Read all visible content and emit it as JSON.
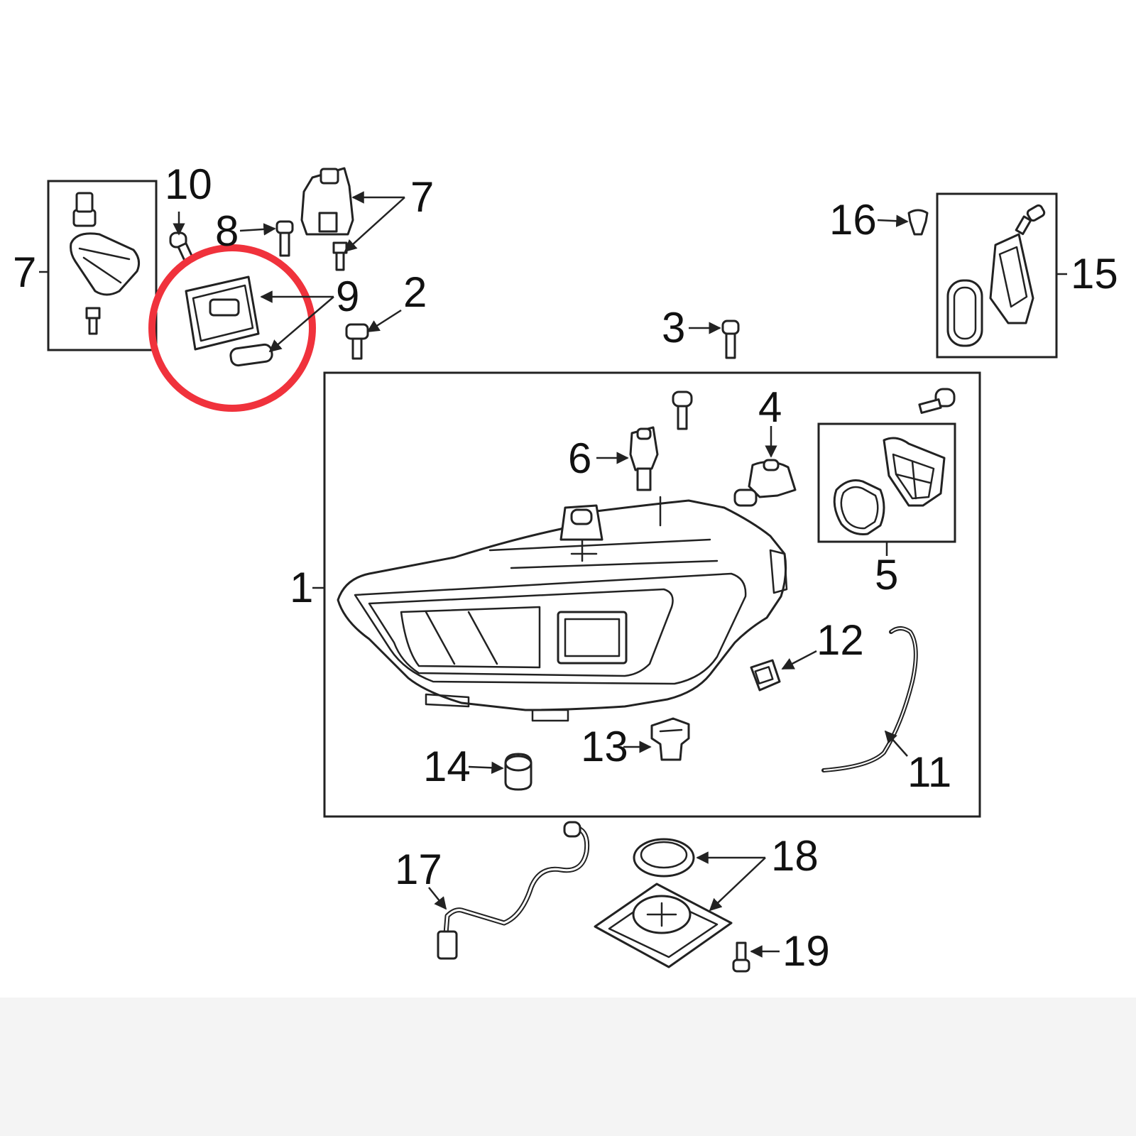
{
  "colors": {
    "highlight": "#f0323c",
    "line": "#222222",
    "background": "#ffffff"
  },
  "callouts": {
    "c1": "1",
    "c2": "2",
    "c3": "3",
    "c4": "4",
    "c5": "5",
    "c6": "6",
    "c7_left": "7",
    "c7_top": "7",
    "c8": "8",
    "c9": "9",
    "c10": "10",
    "c11": "11",
    "c12": "12",
    "c13": "13",
    "c14": "14",
    "c15": "15",
    "c16": "16",
    "c17": "17",
    "c18": "18",
    "c19": "19"
  },
  "icons": {
    "screw": "screw-icon",
    "gasket": "gasket-icon",
    "module": "control-module-icon",
    "headlamp": "headlamp-assembly-icon"
  }
}
